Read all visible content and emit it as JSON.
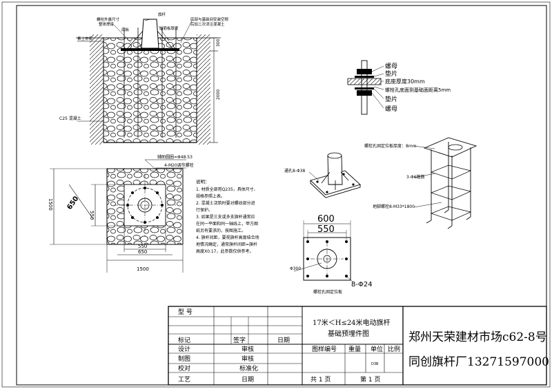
{
  "elevation": {
    "label_top_left": "螺栓外露尺寸",
    "label_top_left2": "整体焊接",
    "label_flagpole": "旗杆",
    "label_base": "底板",
    "label_embed": "加筋板厚度",
    "label_secondary": "后加二次浇注混凝土",
    "label_grout": "底部与基础间安装空隙",
    "label_ground": "素土夯实",
    "dim_300": "300",
    "dim_2000": "2000",
    "concrete": "C25 混凝土"
  },
  "plan": {
    "top_note1": "辅助圆圈=Φ48.53",
    "top_note2": "4-M20调节螺栓",
    "dim_650_diag": "650",
    "dim_550_v": "550",
    "dim_1500_v": "1500",
    "dim_550_h": "550",
    "dim_650_h": "650",
    "dim_1500_h": "1500"
  },
  "notes": {
    "title": "说明：",
    "lines": [
      "1. 材质全部用Q235，具体尺寸、",
      "    规格参照上表。",
      "2. 混凝土浇筑时要对螺纹部分进",
      "    行保护。",
      "3. 如果是三支或多支旗杆通常应",
      "    在同一平面和同一轴线上，甲方图",
      "    纸另有要求的，按图施工。",
      "4. 旗杆间距，要视旗杆高度结合场",
      "    地情况确定，通常旗杆间距=旗杆",
      "    高度X0.17，此参数仅供参考。"
    ]
  },
  "bolt_detail": {
    "nut1": "螺母",
    "washer1": "垫片",
    "plate": "底座厚度30mm",
    "gap": "螺栓孔底面到基础面距离5mm",
    "washer2": "垫片",
    "nut2": "螺母"
  },
  "cage": {
    "plate_label": "螺栓孔固定位板厚度：8mm",
    "hoop_label": "3-Φ6箍筋",
    "bolt_label": "地脚螺栓8-M33*1800"
  },
  "base_iso": {
    "label": "通孔8-Φ38"
  },
  "base_plate": {
    "dim_600": "600",
    "dim_550": "550",
    "dia_300": "Φ300",
    "holes": "8-Φ24",
    "caption": "螺栓孔固定位板"
  },
  "title_block": {
    "row_model": "型 号",
    "drawing_title_1": "17米＜H≤24米电动旗杆",
    "drawing_title_2": "基础预埋件图",
    "mark": "标记",
    "sign": "签字",
    "date": "日期",
    "design": "设计",
    "review1": "审核",
    "drawing_no": "图样编号",
    "weight": "重量",
    "unit": "单位",
    "scale": "比例",
    "draw": "制图",
    "review2": "审核",
    "check": "校对",
    "standard": "标准化",
    "craft": "工艺",
    "date2": "日期",
    "total": "共 1 页",
    "page": "第 1 页",
    "small_mark": "D3B",
    "company_1": "郑州天荣建材市场c62-8号",
    "company_2": "同创旗杆厂13271597000"
  }
}
